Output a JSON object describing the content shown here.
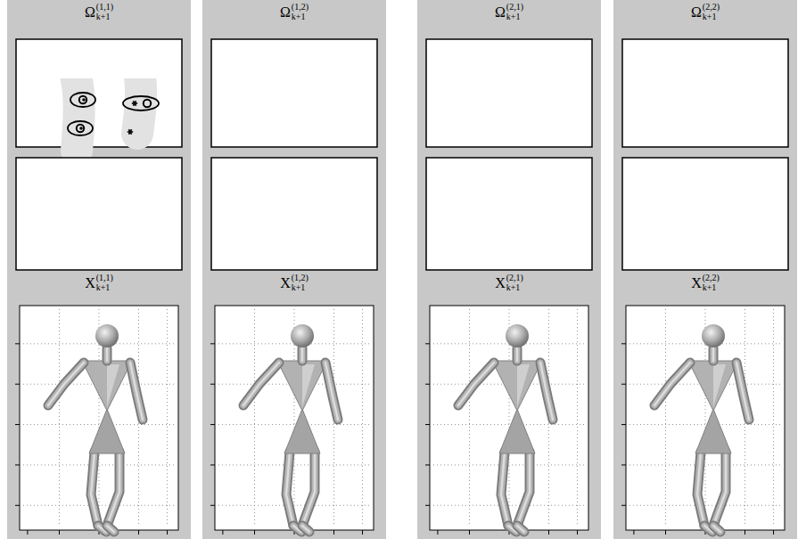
{
  "diagram": {
    "labels": [
      "Ω",
      "(1,1)",
      "k+1",
      "Ω",
      "(1,2)",
      "k+1",
      "Ω",
      "(2,1)",
      "k+1",
      "Ω",
      "(2,2)",
      "k+1",
      "X",
      "(1,1)",
      "k+1",
      "X",
      "(1,2)",
      "k+1",
      "X",
      "(2,1)",
      "k+1",
      "X",
      "(2,2)",
      "k+1"
    ]
  }
}
